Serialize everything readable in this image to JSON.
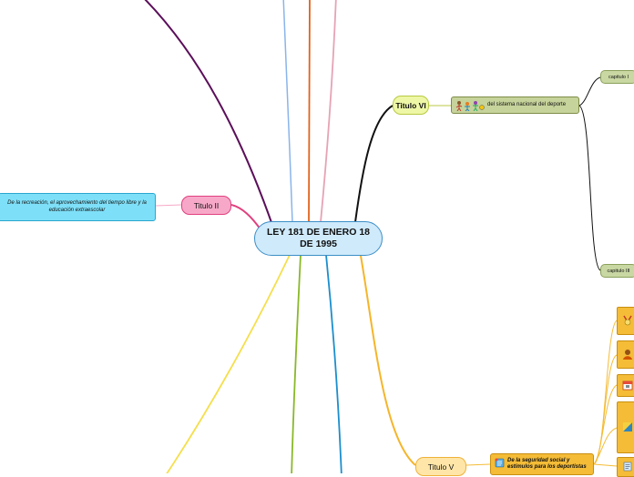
{
  "central": "LEY 181 DE ENERO 18 DE 1995",
  "titulo_ii": {
    "label": "Titulo II",
    "child": "De la recreación, el aprovechamiento del tiempo libre y la educación extraescolar"
  },
  "titulo_vi": {
    "label": "Titulo VI",
    "child": "del sistema nacional del deporte",
    "capitulos": [
      "capitulo I",
      "capitulo III"
    ]
  },
  "titulo_v": {
    "label": "Titulo V",
    "child": "De la seguridad social y estímulos para los deportistas",
    "icons": [
      "medal-icon",
      "person-icon",
      "calendar-icon",
      "flag-icon",
      "document-icon"
    ]
  },
  "colors": {
    "central_border": "#3d8fc7",
    "titulo_ii": "#e0407f",
    "titulo_vi": "#b8c943",
    "titulo_v": "#f0b23a",
    "branch_purple": "#5b0f5a",
    "branch_blue": "#8ab4ea",
    "branch_orange": "#e2621b",
    "branch_pink": "#e6a3b5",
    "branch_yellow": "#f5df4d",
    "branch_green": "#89b829",
    "branch_teal": "#1b8ecd"
  }
}
